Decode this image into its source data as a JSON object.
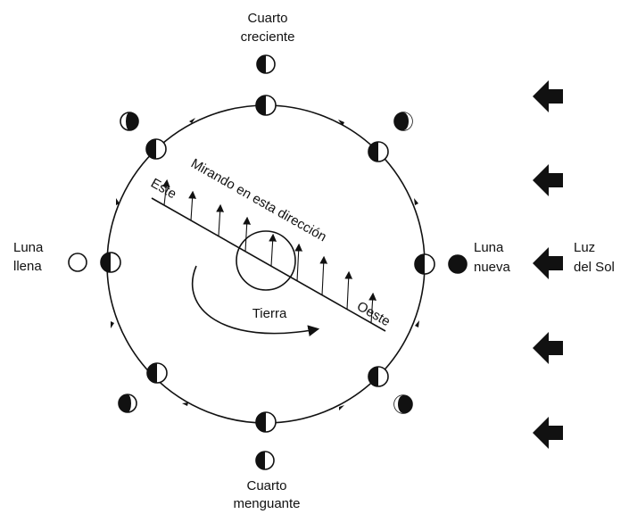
{
  "labels": {
    "first_quarter": [
      "Cuarto",
      "creciente"
    ],
    "last_quarter": [
      "Cuarto",
      "menguante"
    ],
    "full_moon": [
      "Luna",
      "llena"
    ],
    "new_moon": [
      "Luna",
      "nueva"
    ],
    "sunlight": [
      "Luz",
      "del Sol"
    ],
    "earth": "Tierra",
    "looking_direction": "Mirando en esta dirección",
    "east": "Este",
    "west": "Oeste"
  },
  "colors": {
    "ink": "#111111",
    "background": "#ffffff"
  },
  "icons": {
    "sun_arrow": "left-arrow-icon",
    "orbit_direction": "counterclockwise-arrow-icon"
  }
}
